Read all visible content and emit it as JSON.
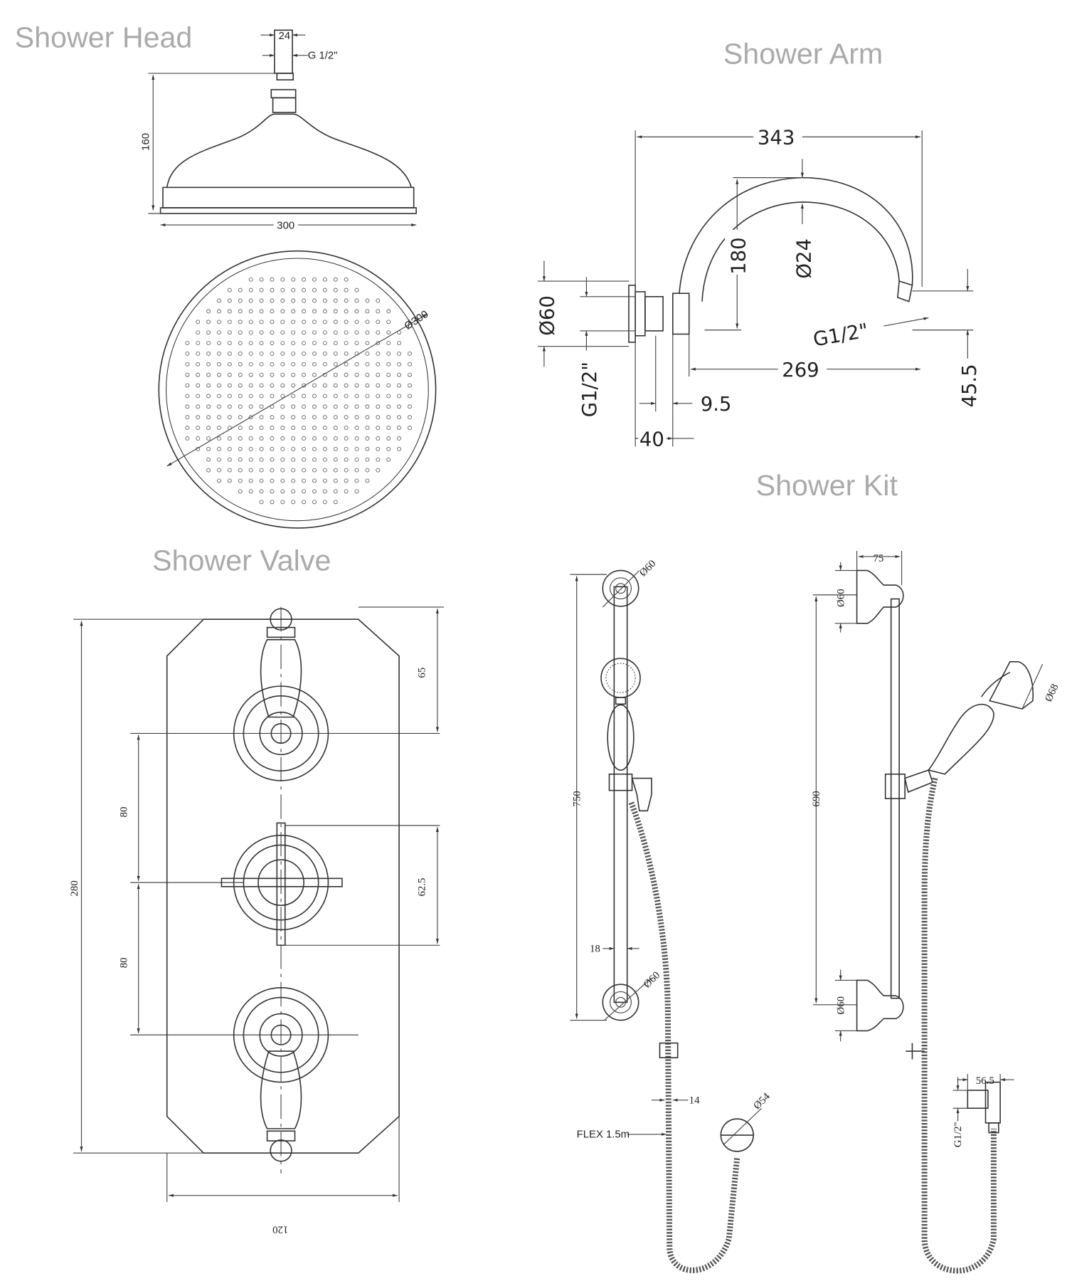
{
  "titles": {
    "shower_head": "Shower Head",
    "shower_arm": "Shower Arm",
    "shower_valve": "Shower Valve",
    "shower_kit": "Shower Kit"
  },
  "shower_head": {
    "dim_connector_width": "24",
    "dim_thread": "G 1/2\"",
    "dim_height": "160",
    "dim_width": "300",
    "dim_diameter": "Ø300"
  },
  "shower_arm": {
    "dim_length": "343",
    "dim_rise": "180",
    "dim_tube": "Ø24",
    "dim_plate": "Ø60",
    "dim_wall_thread": "G1/2\"",
    "dim_outlet_thread": "G1/2\"",
    "dim_reach": "269",
    "dim_drop": "45.5",
    "dim_nut": "9.5",
    "dim_depth": "40"
  },
  "shower_valve": {
    "dim_top": "65",
    "dim_spacing_upper": "80",
    "dim_spacing_lower": "80",
    "dim_control": "62.5",
    "dim_height": "280",
    "dim_width": "120"
  },
  "shower_kit": {
    "front": {
      "dim_bracket_top": "Ø60",
      "dim_bracket_bottom": "Ø60",
      "dim_rail_length": "750",
      "dim_rail_width": "18",
      "dim_hose": "14",
      "dim_outlet": "Ø54",
      "hose_label": "FLEX 1.5m"
    },
    "side": {
      "dim_projection": "75",
      "dim_bracket_top": "Ø60",
      "dim_bracket_bottom": "Ø60",
      "dim_centres": "690",
      "dim_handset": "Ø68",
      "dim_outlet_depth": "56.5",
      "dim_outlet_thread": "G1/2\""
    }
  }
}
